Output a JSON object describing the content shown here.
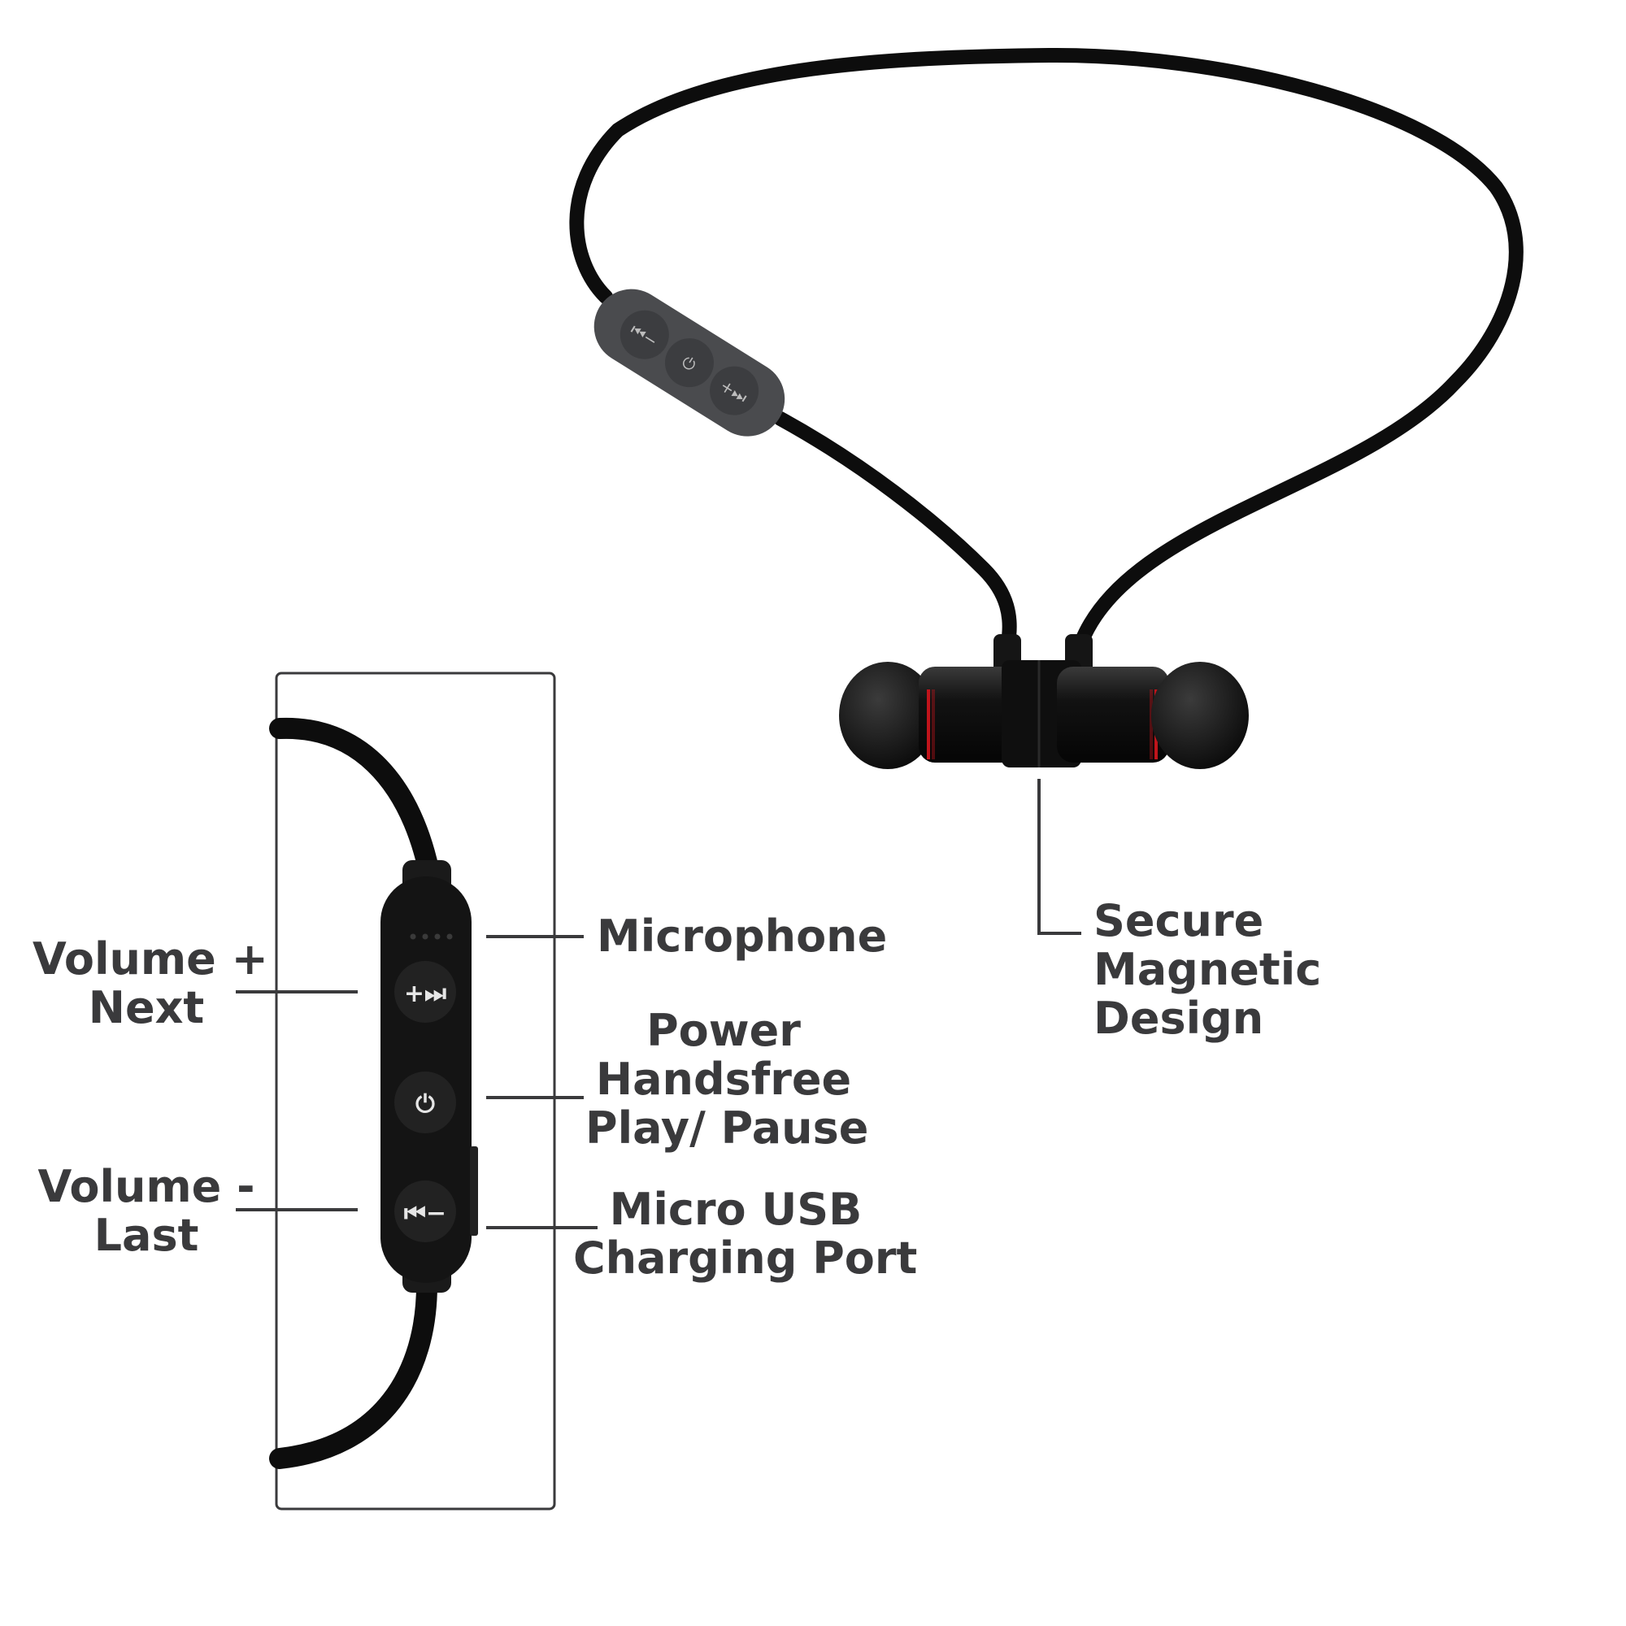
{
  "labels": {
    "volume_plus": {
      "line1": "Volume +",
      "line2": "Next"
    },
    "volume_minus": {
      "line1": "Volume -",
      "line2": "Last"
    },
    "microphone": "Microphone",
    "power": {
      "line1": "Power",
      "line2": "Handsfree",
      "line3": "Play/ Pause"
    },
    "usb": {
      "line1": "Micro USB",
      "line2": "Charging Port"
    },
    "magnetic": {
      "line1": "Secure",
      "line2": "Magnetic",
      "line3": "Design"
    }
  },
  "colors": {
    "cable": "#0d0d0d",
    "remote": "#4a4b4e",
    "text": "#3a3a3c",
    "accent_ring": "#c0141b",
    "leader_line": "#3a3a3c"
  }
}
